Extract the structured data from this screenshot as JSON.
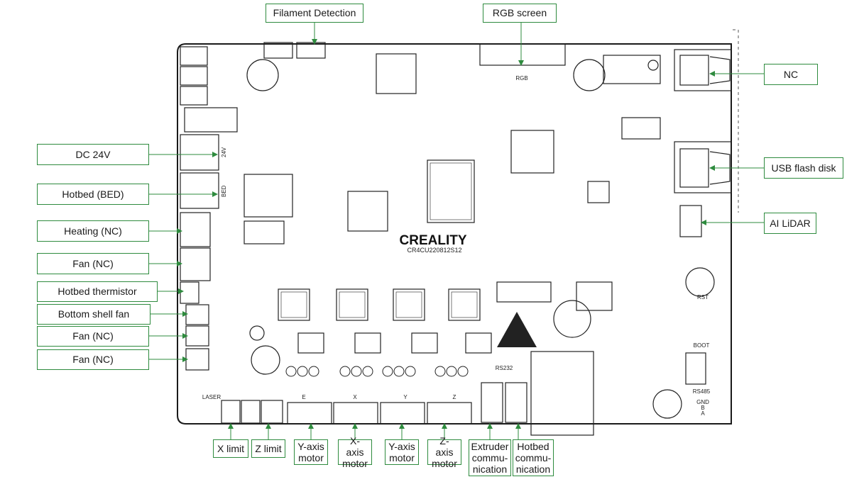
{
  "colors": {
    "leader": "#2e8b3e",
    "board_outline": "#1a1a1a",
    "component": "#222222"
  },
  "labels": {
    "filament_detection": "Filament Detection",
    "rgb_screen": "RGB screen",
    "nc_top": "NC",
    "usb_flash_disk": "USB flash disk",
    "ai_lidar": "AI LiDAR",
    "dc_24v": "DC 24V",
    "hotbed_bed": "Hotbed (BED)",
    "heating_nc": "Heating (NC)",
    "fan_nc_1": "Fan (NC)",
    "hotbed_thermistor": "Hotbed thermistor",
    "bottom_shell_fan": "Bottom shell fan",
    "fan_nc_2": "Fan (NC)",
    "fan_nc_3": "Fan (NC)",
    "x_limit": "X limit",
    "z_limit": "Z limit",
    "y_axis_motor": "Y-axis\nmotor",
    "x_axis_motor": "X-axis\nmotor",
    "y_axis_motor_2": "Y-axis\nmotor",
    "z_axis_motor": "Z-axis\nmotor",
    "extruder_communication": "Extruder\ncommu-\nnication",
    "hotbed_communication": "Hotbed\ncommu-\nnication"
  },
  "board": {
    "brand": "CREALITY",
    "model": "CR4CU220812S12",
    "silk_rgb": "RGB",
    "silk_rs485": "RS485",
    "silk_rs232": "RS232",
    "silk_rst": "RST",
    "silk_boot": "BOOT",
    "silk_laser": "LASER",
    "silk_gnd": "GND",
    "silk_b": "B",
    "silk_a": "A",
    "silk_x": "X",
    "silk_y": "Y",
    "silk_z": "Z",
    "silk_e": "E"
  }
}
